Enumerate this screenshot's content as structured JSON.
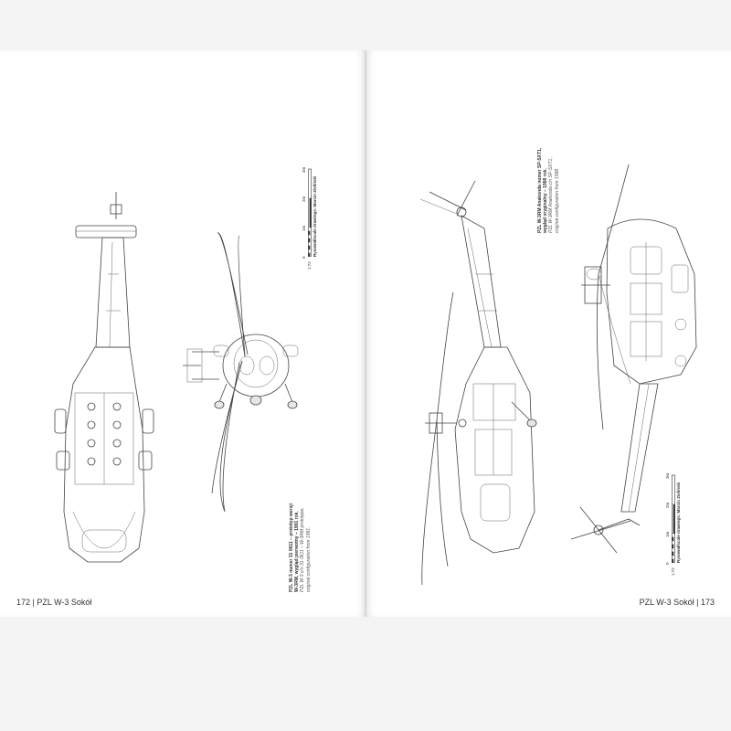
{
  "folio_left": {
    "page": "172",
    "separator": "|",
    "title": "PZL W-3 Sokół"
  },
  "folio_right": {
    "title": "PZL W-3 Sokół",
    "separator": "|",
    "page": "173"
  },
  "caption_left": {
    "line1": "PZL W-3 numer 31 0611 – prototyp wersji",
    "line2": "W-3RM, wygląd pierwotny – 1991 rok.",
    "line3": "PZL W-3 c/n 31 0611 – W-3RM prototype,",
    "line4": "original configuration from 1991."
  },
  "caption_right": {
    "line1": "PZL W-3RM Anakonda numer SP-SXT1,",
    "line2": "wygląd oryginalny – 1998 rok.",
    "line3": "PZL W-3RM Anakonda c/n SP-SXT1,",
    "line4": "original configuration from 1998."
  },
  "scale_left": {
    "ratio": "1:72",
    "zero": "0",
    "one": "1m",
    "two": "2m",
    "three": "3m",
    "credit": "Rysował/scale drawings: Marcin Zieliński"
  },
  "scale_right": {
    "ratio": "1:72",
    "zero": "0",
    "one": "1m",
    "two": "2m",
    "three": "3m",
    "credit": "Rysował/scale drawings: Marcin Zieliński"
  },
  "colors": {
    "page": "#ffffff",
    "background": "#f4f4f4",
    "line": "#444444"
  },
  "drawings": [
    "helicopter-top-view",
    "helicopter-front-view",
    "helicopter-side-view-left",
    "helicopter-side-view-right"
  ]
}
